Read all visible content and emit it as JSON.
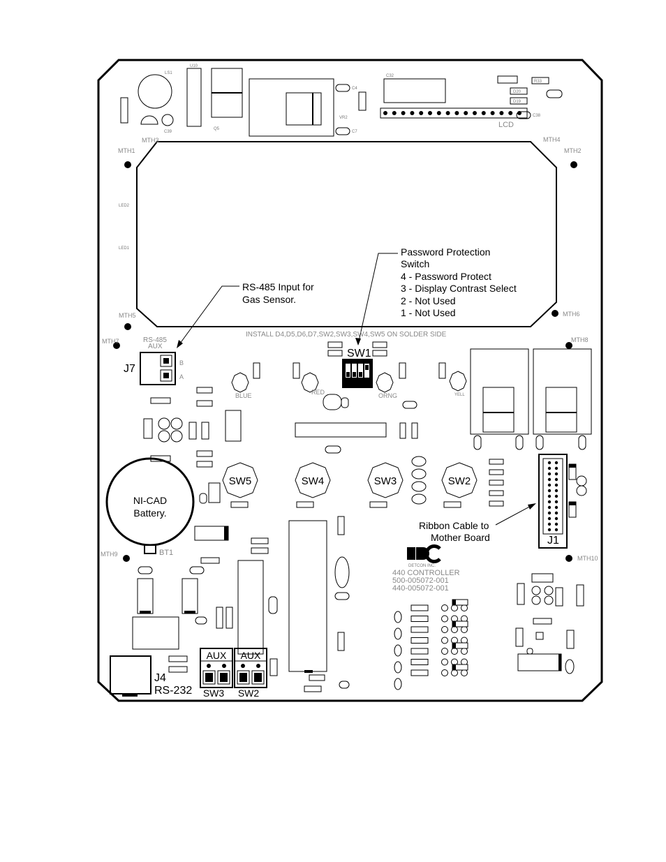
{
  "callouts": {
    "password_title_line1": "Password Protection",
    "password_title_line2": "Switch",
    "password_items": [
      "4 - Password Protect",
      "3 - Display Contrast Select",
      "2 - Not Used",
      "1 - Not Used"
    ],
    "rs485_line1": "RS-485 Input for",
    "rs485_line2": "Gas Sensor.",
    "ribbon_line1": "Ribbon Cable to",
    "ribbon_line2": "Mother Board",
    "battery_line1": "NI-CAD",
    "battery_line2": "Battery."
  },
  "labels": {
    "sw1": "SW1",
    "j7": "J7",
    "j1": "J1",
    "j4": "J4",
    "rs232": "RS-232",
    "aux_left": "AUX",
    "aux_right": "AUX",
    "sw3_bottom": "SW3",
    "sw2_bottom": "SW2",
    "rs485_aux_line1": "RS-485",
    "rs485_aux_line2": "AUX",
    "install_note": "INSTALL D4,D5,D6,D7,SW2,SW3,SW4,SW5 ON SOLDER SIDE",
    "lcd": "LCD",
    "bt1": "BT1",
    "term_b": "B",
    "term_a": "A"
  },
  "switches": [
    "SW5",
    "SW4",
    "SW3",
    "SW2"
  ],
  "leds": [
    "BLUE",
    "RED",
    "ORNG",
    "YELL"
  ],
  "mounting_holes": [
    "MTH3",
    "MTH1",
    "MTH4",
    "MTH2",
    "MTH5",
    "MTH6",
    "MTH7",
    "MTH8",
    "MTH9",
    "MTH10"
  ],
  "side_labels": [
    "LED2",
    "LED1"
  ],
  "silkscreen_text": {
    "line1": "440 CONTROLLER",
    "line2": "500-005072-001",
    "line3": "440-005072-001",
    "company": "DETCON INC."
  },
  "colors": {
    "ink": "#000000",
    "silk": "#888888",
    "paper": "#ffffff"
  }
}
